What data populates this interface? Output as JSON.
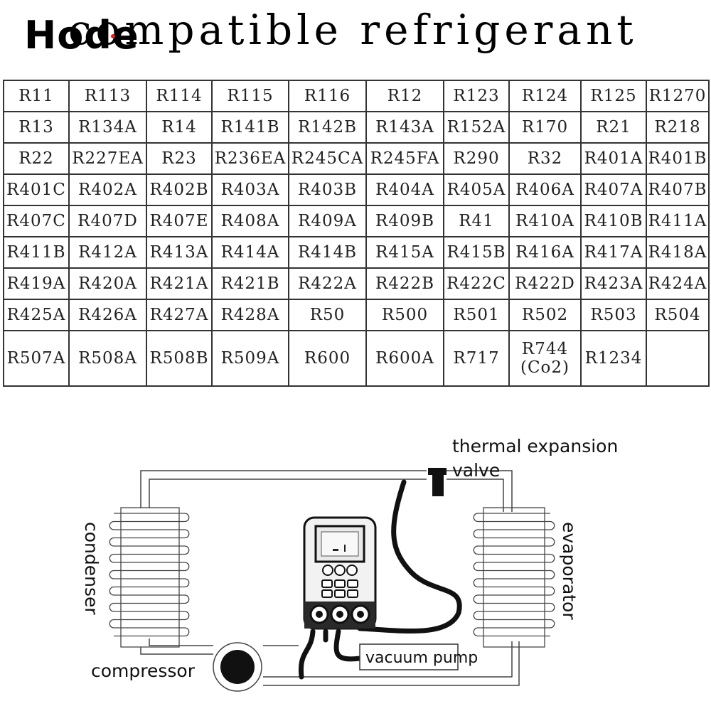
{
  "header": {
    "logo": "Hode",
    "title": "compatible  refrigerant"
  },
  "refrigerant_table": {
    "rows": [
      [
        "R11",
        "R113",
        "R114",
        "R115",
        "R116",
        "R12",
        "R123",
        "R124",
        "R125",
        "R1270"
      ],
      [
        "R13",
        "R134A",
        "R14",
        "R141B",
        "R142B",
        "R143A",
        "R152A",
        "R170",
        "R21",
        "R218"
      ],
      [
        "R22",
        "R227EA",
        "R23",
        "R236EA",
        "R245CA",
        "R245FA",
        "R290",
        "R32",
        "R401A",
        "R401B"
      ],
      [
        "R401C",
        "R402A",
        "R402B",
        "R403A",
        "R403B",
        "R404A",
        "R405A",
        "R406A",
        "R407A",
        "R407B"
      ],
      [
        "R407C",
        "R407D",
        "R407E",
        "R408A",
        "R409A",
        "R409B",
        "R41",
        "R410A",
        "R410B",
        "R411A"
      ],
      [
        "R411B",
        "R412A",
        "R413A",
        "R414A",
        "R414B",
        "R415A",
        "R415B",
        "R416A",
        "R417A",
        "R418A"
      ],
      [
        "R419A",
        "R420A",
        "R421A",
        "R421B",
        "R422A",
        "R422B",
        "R422C",
        "R422D",
        "R423A",
        "R424A"
      ],
      [
        "R425A",
        "R426A",
        "R427A",
        "R428A",
        "R50",
        "R500",
        "R501",
        "R502",
        "R503",
        "R504"
      ]
    ],
    "last_row": [
      "R507A",
      "R508A",
      "R508B",
      "R509A",
      "R600",
      "R600A",
      "R717",
      "R744",
      "R1234",
      ""
    ],
    "last_row_sub": {
      "7": "(Co2)"
    }
  },
  "diagram": {
    "labels": {
      "thermal_line1": "thermal expansion",
      "thermal_line2": "valve",
      "condenser": "condenser",
      "evaporator": "evaporator",
      "compressor": "compressor",
      "vacuum_pump": "vacuum pump"
    }
  }
}
